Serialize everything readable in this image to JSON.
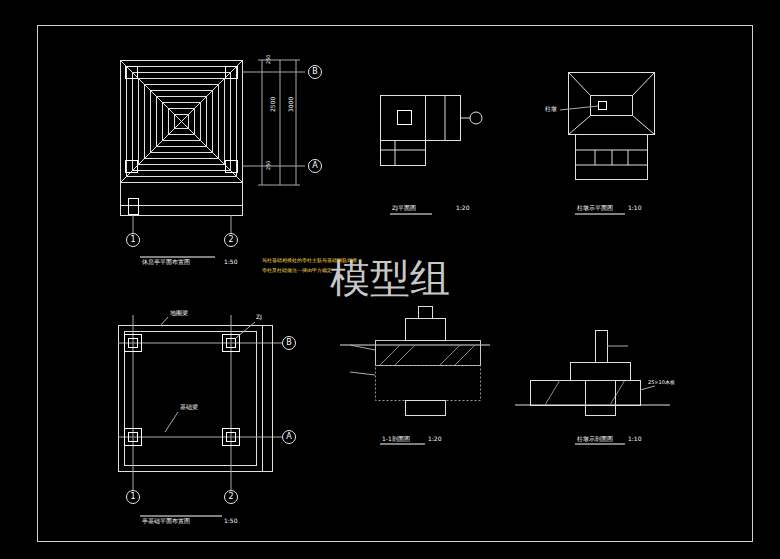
{
  "diagram": {
    "nodes": [
      {
        "text": [
          "B"
        ]
      },
      {
        "text": [
          "A"
        ]
      },
      {
        "text": [
          "1"
        ]
      },
      {
        "text": [
          "2"
        ]
      },
      {
        "text": [
          "B"
        ]
      },
      {
        "text": [
          "A"
        ]
      },
      {
        "text": [
          "1"
        ]
      },
      {
        "text": [
          "2"
        ]
      }
    ],
    "labels": [
      "模型组",
      "休息亭平面布置图",
      "1:50",
      "与柱基础相接处的亭柱主筋与基础钢筋焊接",
      "亭柱及柱础做法一律由甲方确定",
      "ZJ平面图",
      "1:20",
      "柱墩示平面图",
      "1:10",
      "柱墩",
      "亭基础平面布置图",
      "1:50",
      "地圈梁",
      "ZJ",
      "基础梁",
      "1-1剖面图",
      "1:20",
      "柱墩示剖面图",
      "1:10",
      "25×10木板",
      "3000",
      "2500",
      "250",
      "250"
    ]
  }
}
